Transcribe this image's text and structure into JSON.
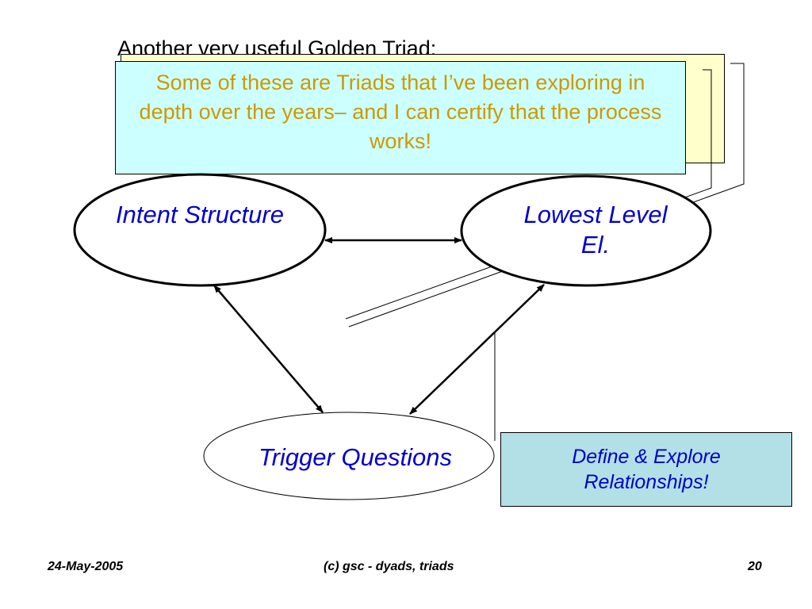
{
  "slide": {
    "title": "Another very useful Golden Triad:",
    "note_text": "Some of these are Triads that I’ve been exploring in depth over the years– and I can certify that the process works!"
  },
  "nodes": {
    "intent": "Intent Structure",
    "lowest_line1": "Lowest Level",
    "lowest_line2": "El.",
    "trigger": "Trigger Questions"
  },
  "callout": {
    "line1": "Define & Explore",
    "line2": "Relationships!"
  },
  "footer": {
    "date": "24-May-2005",
    "center": "(c) gsc - dyads, triads",
    "page": "20"
  },
  "colors": {
    "node_text": "#0000cc",
    "note_text": "#cc9900",
    "note_background": "#ccffff",
    "back_note_background": "#ffffcc",
    "callout_background": "#b3e0e6"
  }
}
